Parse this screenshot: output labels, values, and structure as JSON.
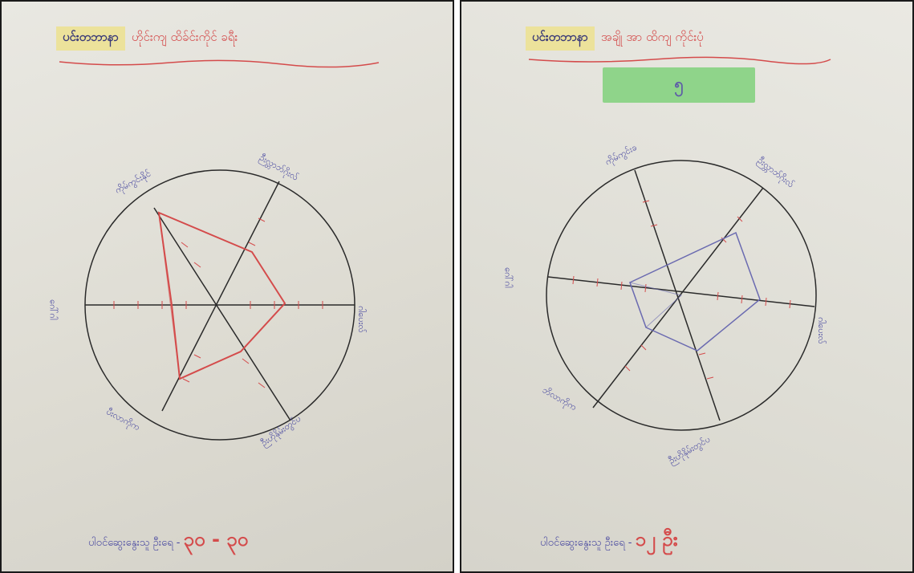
{
  "left_photo": {
    "title_highlight": "ပင်းတဘာနာ",
    "title_rest": "ဟိုင်းကျ ထိခ်င်းကိုင် ခရီး",
    "axis_labels": [
      "ကိုမ်ကွင်းနိုင်",
      "ဉီးလ္တာဘ်ဂိုးလ်",
      "ဂါပေးလ်",
      "ဉီးဟိုနိုမ်းတွင်ပ",
      "ပီးလာကိုက",
      "ဂေါ်ဂါ"
    ],
    "footer_text": "ပါဝင်ဆွေးနွေးသူ ဦးရေ -",
    "footer_number": "၃၀ - ၃၀"
  },
  "right_photo": {
    "title_highlight": "ပင်းတဘာနာ",
    "title_rest": "အချို အာ ထိကျ ကိုင်းပုံ",
    "box_label": "၅",
    "axis_labels": [
      "ကိုမ်ကွင်းခ",
      "ဉီးလ္တာဘ်ဂိုးလ်",
      "ဂါပေးလ်",
      "ဉီးဟိုနိုမ်းတွင်ပ",
      "ဘိလာကိုက",
      "ဂေါ်ဂါ"
    ],
    "footer_text": "ပါဝင်ဆွေးနွေးသူ ဦးရေ -",
    "footer_number": "၁၂ ဦး"
  }
}
